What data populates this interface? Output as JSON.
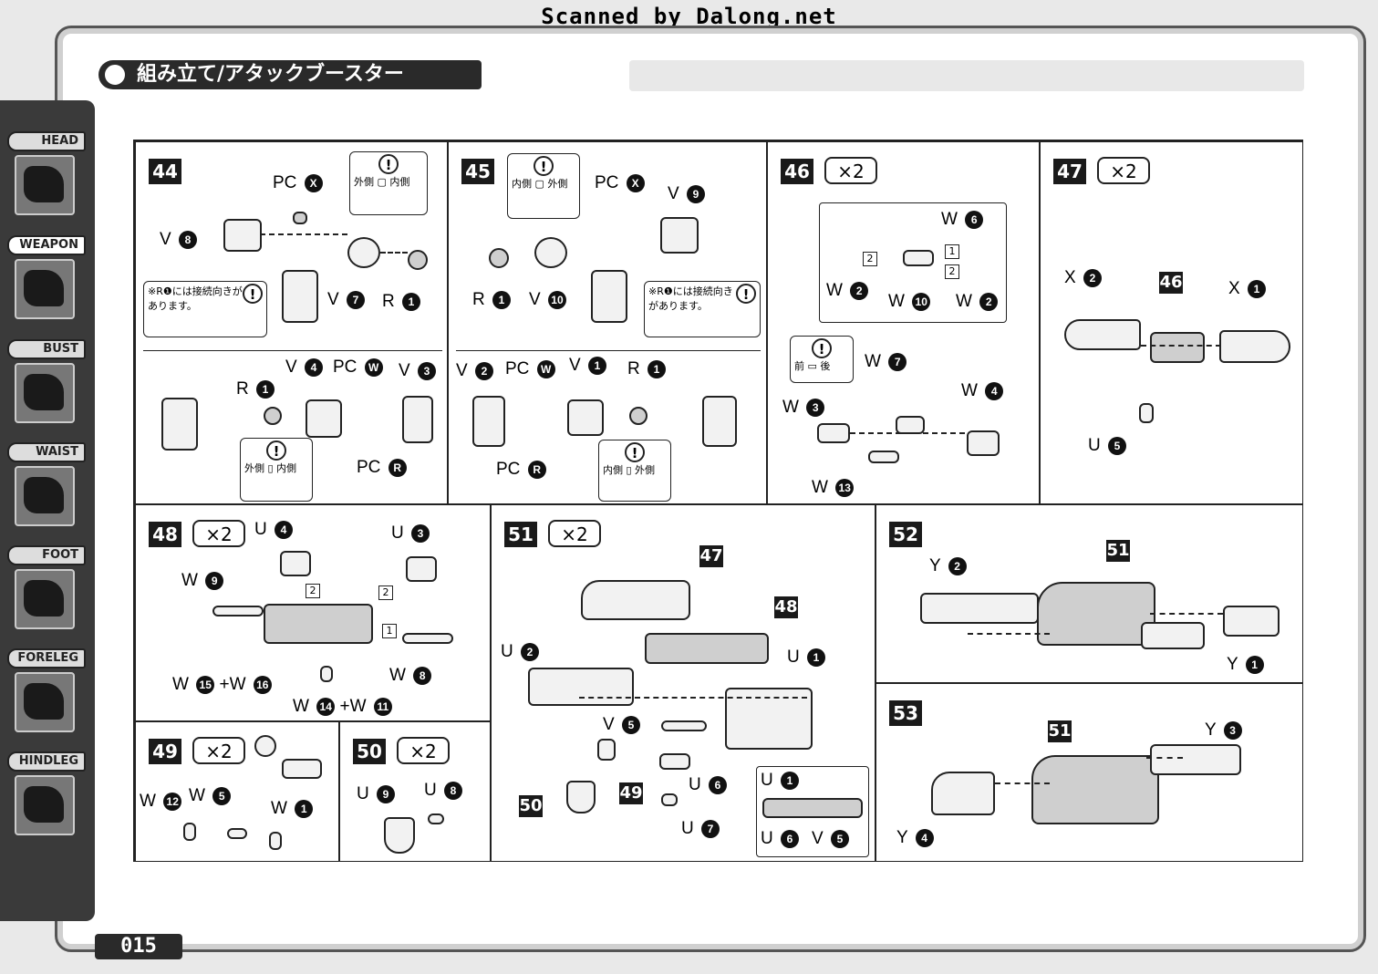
{
  "scan_credit": "Scanned by Dalong.net",
  "title": "組み立て/アタックブースター",
  "page_number": "015",
  "sidebar": [
    {
      "label": "HEAD"
    },
    {
      "label": "WEAPON",
      "active": true
    },
    {
      "label": "BUST"
    },
    {
      "label": "WAIST"
    },
    {
      "label": "FOOT"
    },
    {
      "label": "FORELEG"
    },
    {
      "label": "HINDLEG"
    }
  ],
  "notes": {
    "outer": "外側",
    "inner": "内側",
    "r1_direction": "※R❶には接続向きがあります。",
    "front": "前",
    "back": "後"
  },
  "steps": {
    "s44": {
      "num": "44"
    },
    "s45": {
      "num": "45"
    },
    "s46": {
      "num": "46",
      "mult": "×2"
    },
    "s47": {
      "num": "47",
      "mult": "×2"
    },
    "s48": {
      "num": "48",
      "mult": "×2"
    },
    "s49": {
      "num": "49",
      "mult": "×2"
    },
    "s50": {
      "num": "50",
      "mult": "×2"
    },
    "s51": {
      "num": "51",
      "mult": "×2"
    },
    "s52": {
      "num": "52"
    },
    "s53": {
      "num": "53"
    }
  }
}
